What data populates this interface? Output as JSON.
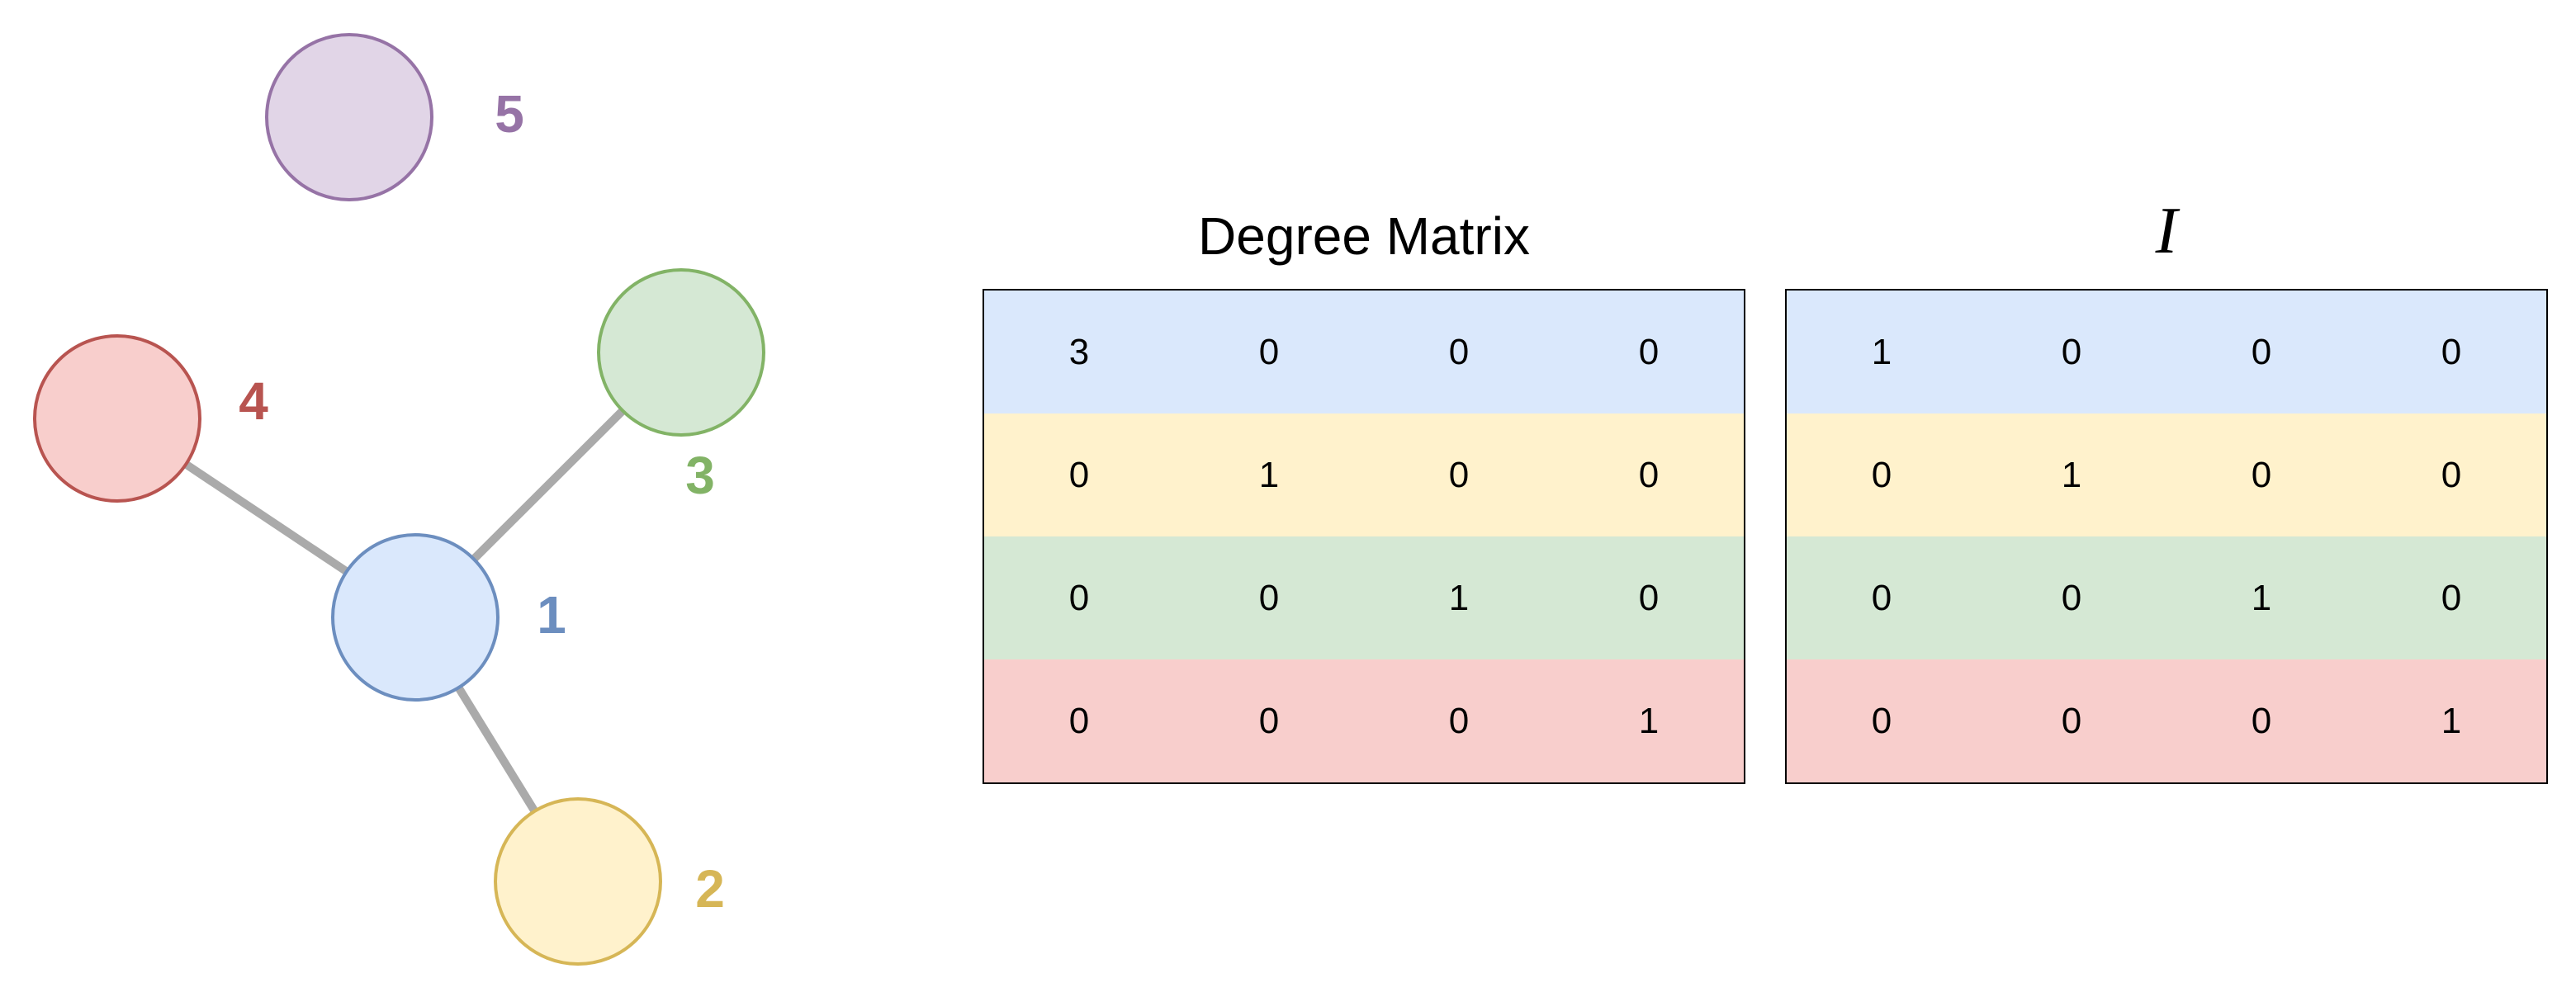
{
  "nodes": [
    {
      "id": "1",
      "label": "1",
      "fill": "#dae8fc",
      "stroke": "#6c8ebf",
      "label_color": "#6c8ebf"
    },
    {
      "id": "2",
      "label": "2",
      "fill": "#fff2cc",
      "stroke": "#d6b656",
      "label_color": "#d6b656"
    },
    {
      "id": "3",
      "label": "3",
      "fill": "#d5e8d4",
      "stroke": "#82b366",
      "label_color": "#82b366"
    },
    {
      "id": "4",
      "label": "4",
      "fill": "#f8cecc",
      "stroke": "#b85450",
      "label_color": "#b85450"
    },
    {
      "id": "5",
      "label": "5",
      "fill": "#e1d5e7",
      "stroke": "#9673a6",
      "label_color": "#9673a6"
    }
  ],
  "edges": [
    {
      "from": "1",
      "to": "4"
    },
    {
      "from": "1",
      "to": "3"
    },
    {
      "from": "1",
      "to": "2"
    }
  ],
  "edge_color": "#aaaaaa",
  "degree_matrix": {
    "title": "Degree Matrix",
    "rows": [
      [
        "3",
        "0",
        "0",
        "0"
      ],
      [
        "0",
        "1",
        "0",
        "0"
      ],
      [
        "0",
        "0",
        "1",
        "0"
      ],
      [
        "0",
        "0",
        "0",
        "1"
      ]
    ]
  },
  "identity_matrix": {
    "title": "I",
    "rows": [
      [
        "1",
        "0",
        "0",
        "0"
      ],
      [
        "0",
        "1",
        "0",
        "0"
      ],
      [
        "0",
        "0",
        "1",
        "0"
      ],
      [
        "0",
        "0",
        "0",
        "1"
      ]
    ]
  },
  "row_colors": [
    "#dae8fc",
    "#fff2cc",
    "#d5e8d4",
    "#f8cecc"
  ]
}
